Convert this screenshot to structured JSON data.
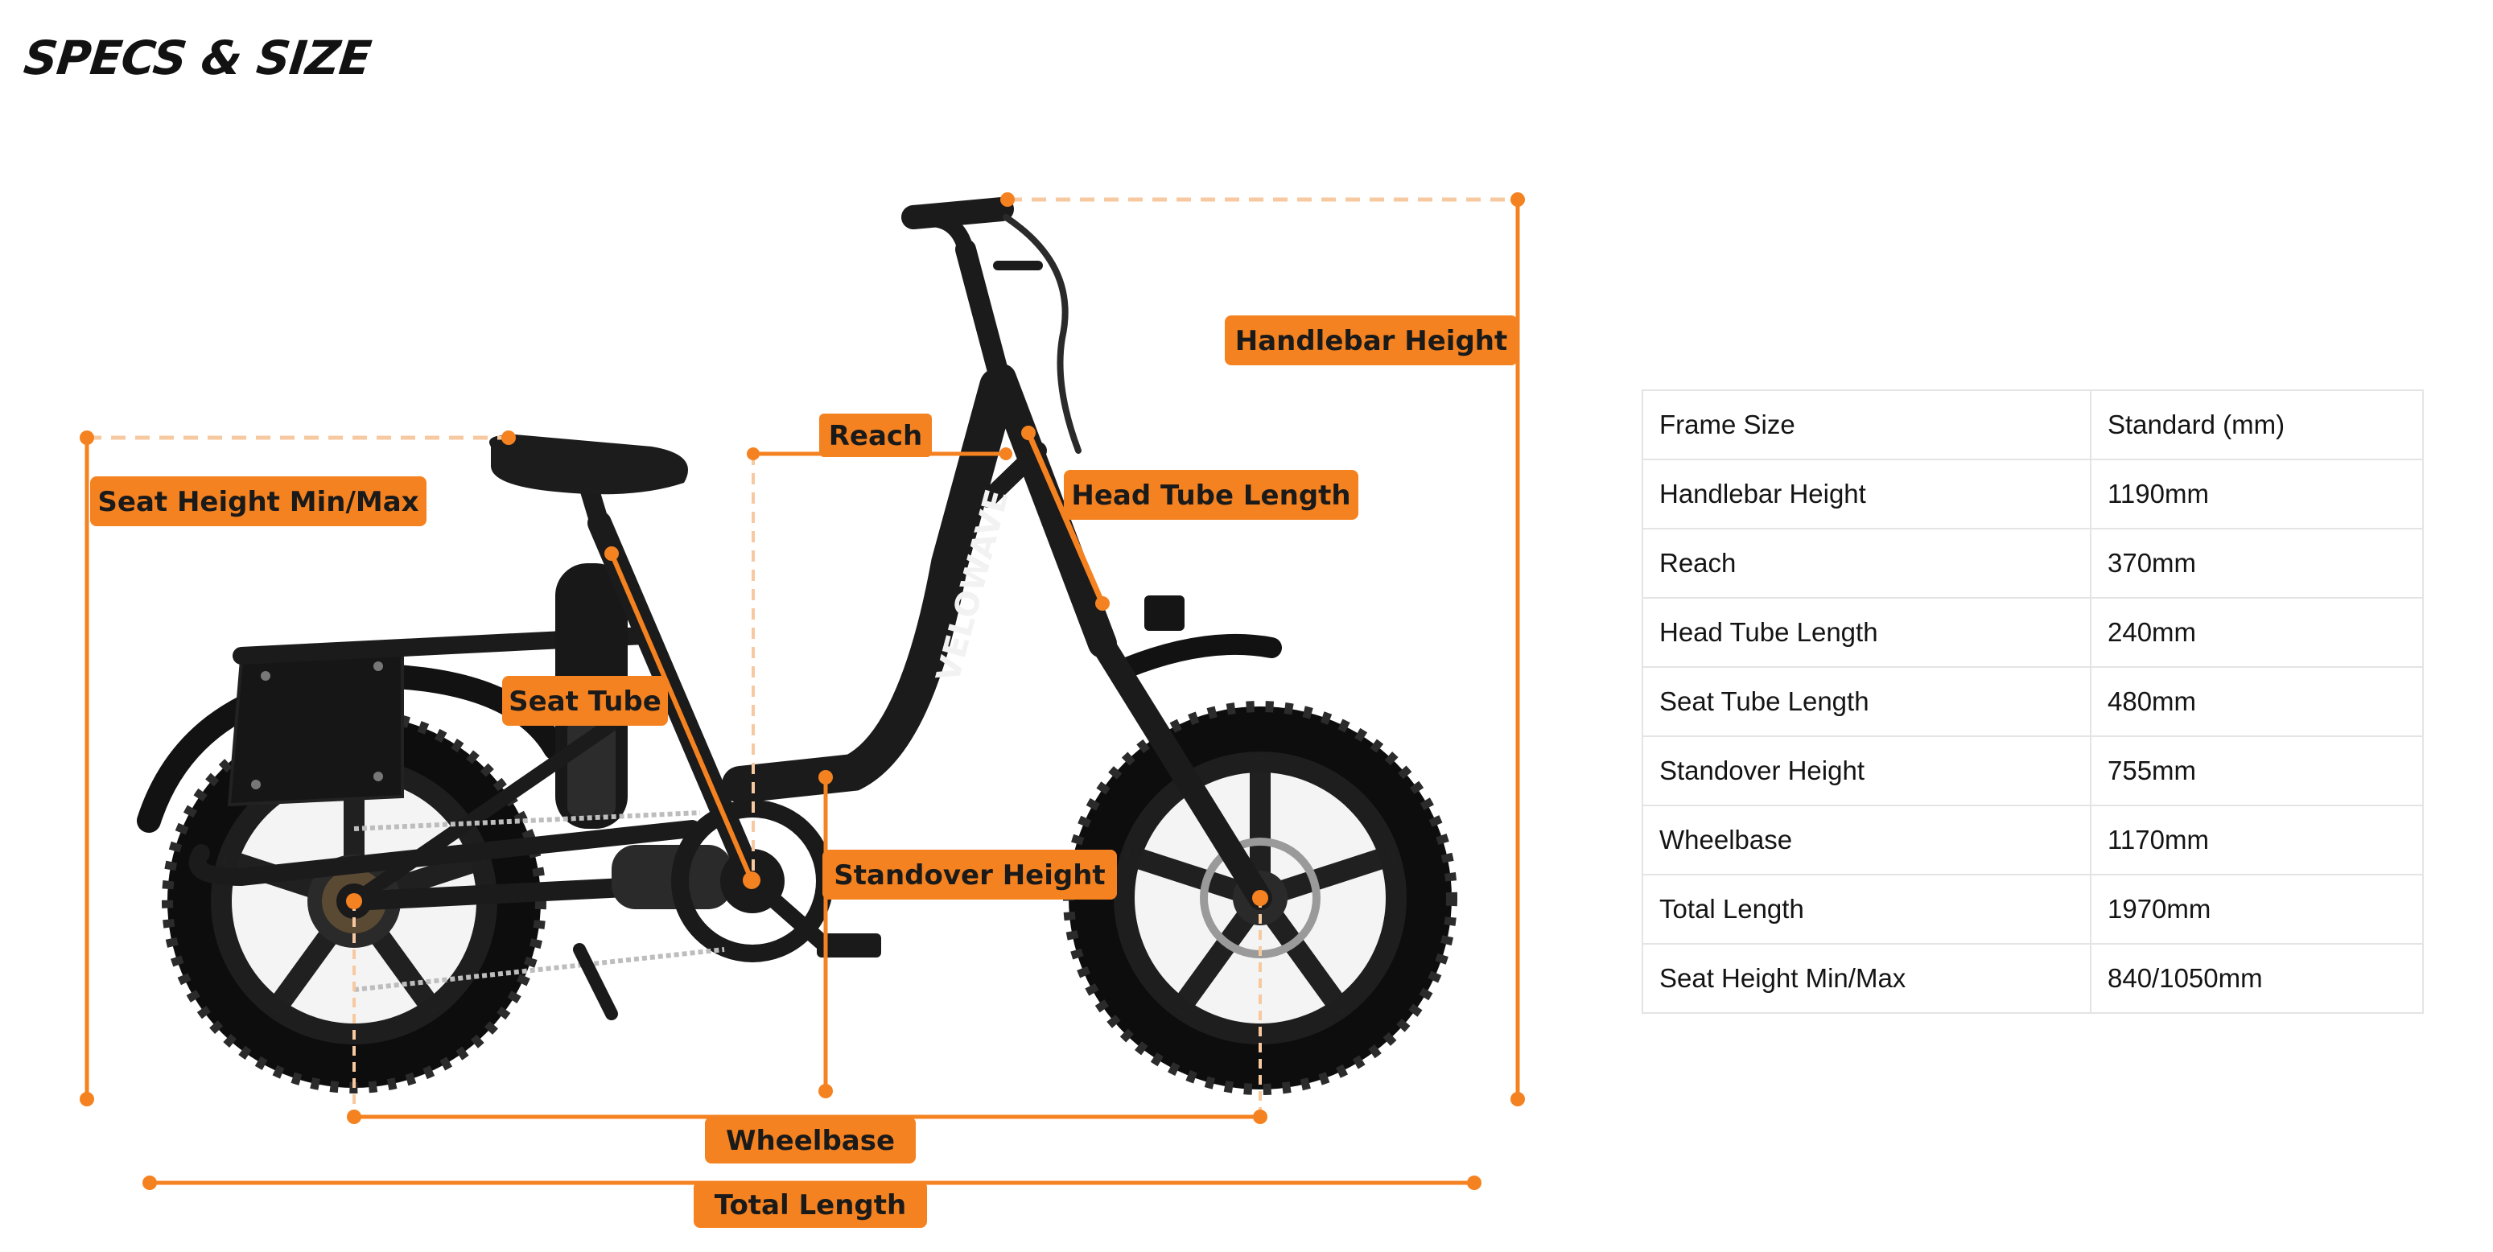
{
  "page": {
    "title": "SPECS & SIZE"
  },
  "diagram": {
    "brand_text": "VELOWAVE",
    "labels": {
      "handlebar_height": "Handlebar Height",
      "seat_height": "Seat Height Min/Max",
      "reach": "Reach",
      "head_tube_length": "Head Tube Length",
      "seat_tube": "Seat Tube",
      "standover_height": "Standover Height",
      "wheelbase": "Wheelbase",
      "total_length": "Total Length"
    },
    "colors": {
      "accent": "#F58220",
      "accent_light": "#F7C9A0",
      "frame": "#1b1b1b",
      "tire": "#0d0d0d",
      "rim": "#2a2a2a"
    }
  },
  "spec_table": {
    "rows": [
      {
        "label": "Frame Size",
        "value": "Standard (mm)"
      },
      {
        "label": "Handlebar Height",
        "value": "1190mm"
      },
      {
        "label": "Reach",
        "value": "370mm"
      },
      {
        "label": "Head Tube Length",
        "value": "240mm"
      },
      {
        "label": "Seat Tube Length",
        "value": "480mm"
      },
      {
        "label": "Standover Height",
        "value": "755mm"
      },
      {
        "label": "Wheelbase",
        "value": "1170mm"
      },
      {
        "label": "Total Length",
        "value": "1970mm"
      },
      {
        "label": "Seat Height Min/Max",
        "value": "840/1050mm"
      }
    ]
  }
}
